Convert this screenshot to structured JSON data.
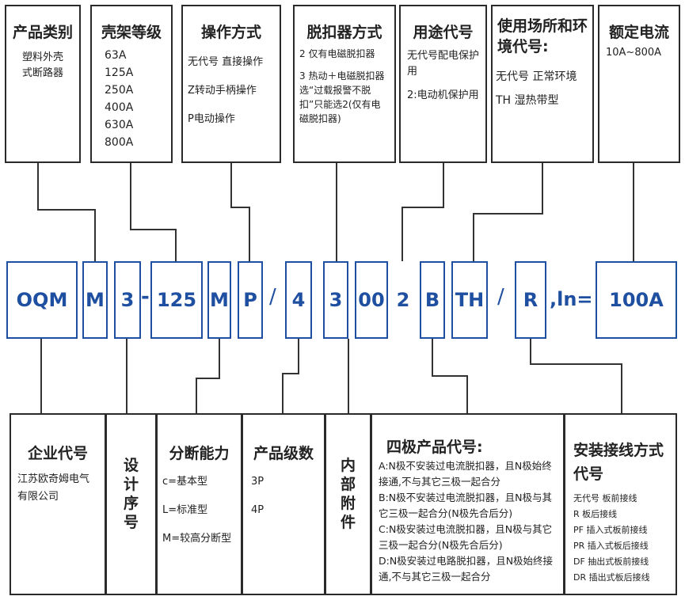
{
  "top": [
    {
      "title": "产品类别",
      "lines": [
        "塑料外壳",
        "式断路器"
      ]
    },
    {
      "title": "壳架等级",
      "lines": [
        "63A",
        "125A",
        "250A",
        "400A",
        "630A",
        "800A"
      ]
    },
    {
      "title": "操作方式",
      "lines": [
        "无代号 直接操作",
        "Z转动手柄操作",
        "P电动操作"
      ]
    },
    {
      "title": "脱扣器方式",
      "lines": [
        "2 仅有电磁脱扣器",
        "3 热动＋电磁脱扣器选“过载报警不脱扣”只能选2(仅有电磁脱扣器)"
      ]
    },
    {
      "title": "用途代号",
      "lines": [
        "无代号配电保护用",
        "2:电动机保护用"
      ]
    },
    {
      "title": "使用场所和环境代号:",
      "lines": [
        "无代号  正常环境",
        "TH  湿热带型"
      ]
    },
    {
      "title": "额定电流",
      "lines": [
        "10A~800A"
      ]
    }
  ],
  "code": [
    "OQM",
    "M",
    "3",
    "-",
    "125",
    "M",
    "P",
    "/",
    "4",
    "3",
    "00",
    "2",
    "B",
    "TH",
    "/",
    "R",
    ",ln=",
    "100A"
  ],
  "bottom": [
    {
      "title": "企业代号",
      "lines": [
        "江苏欧奇姆电气有限公司"
      ]
    },
    {
      "title": "设计序号",
      "lines": []
    },
    {
      "title": "分断能力",
      "lines": [
        "c=基本型",
        "L=标准型",
        "M=较高分断型"
      ]
    },
    {
      "title": "产品级数",
      "lines": [
        "3P",
        "4P"
      ]
    },
    {
      "title": "内部附件",
      "lines": []
    },
    {
      "title": "四极产品代号:",
      "lines": [
        "A:N极不安装过电流脱扣器，且N极始终接通,不与其它三极一起合分",
        "B:N极不安装过电流脱扣器，且N极与其它三极一起合分(N极先合后分)",
        "C:N极安装过电流脱扣器，且N极与其它三极一起合分(N极先合后分)",
        "D:N极安装过电路脱扣器，且N极始终接通,不与其它三极一起合分"
      ]
    },
    {
      "title": "安装接线方式代号",
      "lines": [
        "无代号 板前接线",
        "R 板后接线",
        "PF 插入式板前接线",
        "PR 插入式板后接线",
        "DF 抽出式板前接线",
        "DR 插出式板后接线"
      ]
    }
  ]
}
